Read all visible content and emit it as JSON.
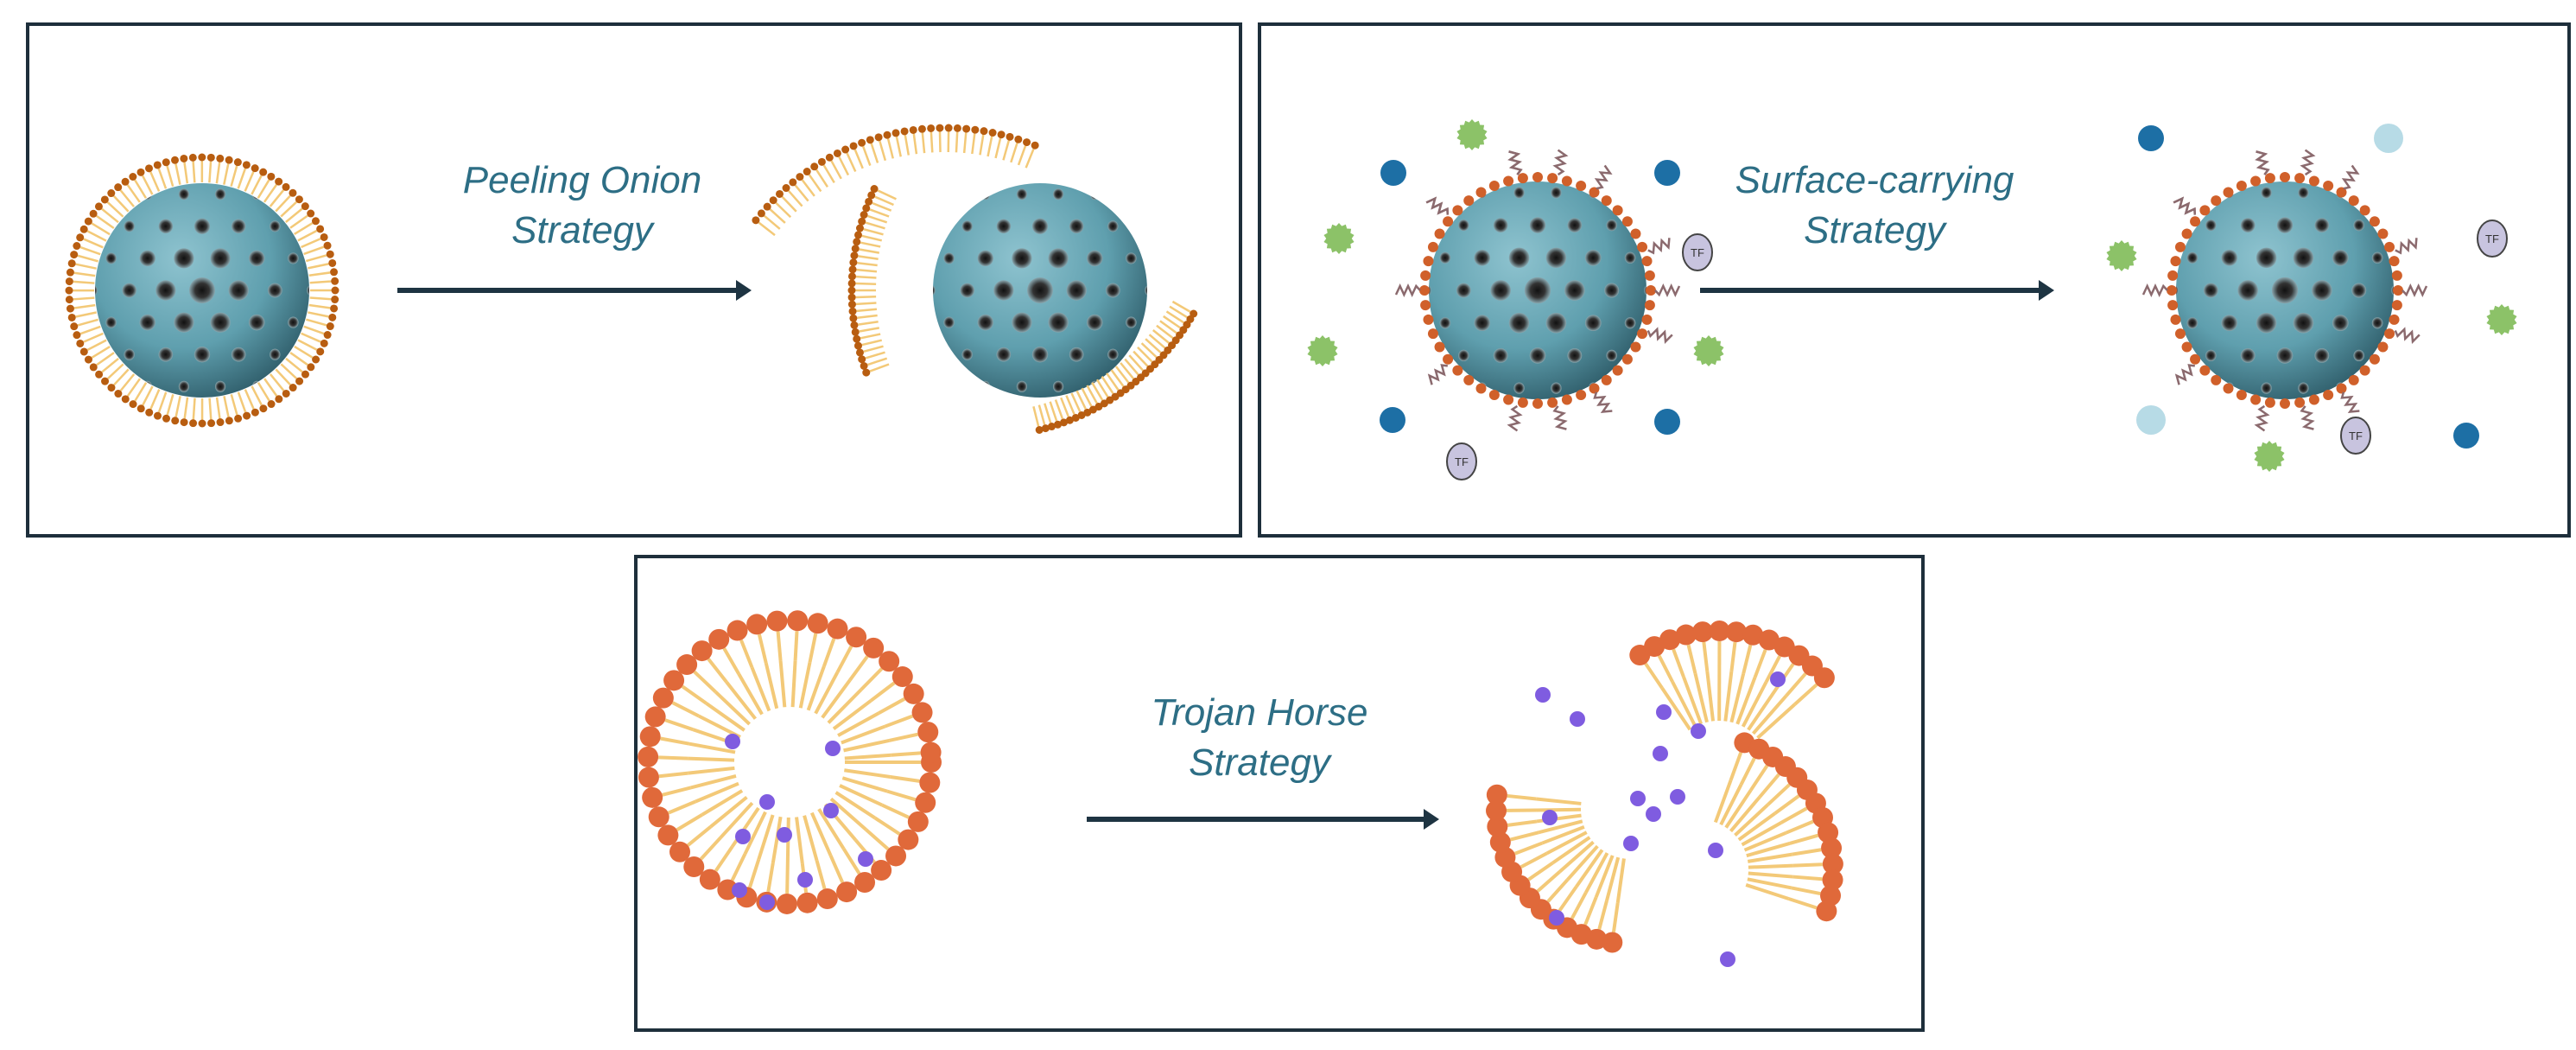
{
  "panels": {
    "peeling": {
      "title_line1": "Peeling Onion",
      "title_line2": "Strategy"
    },
    "surface": {
      "title_line1": "Surface-carrying",
      "title_line2": "Strategy",
      "ligand_tag": "TF"
    },
    "trojan": {
      "title_line1": "Trojan Horse",
      "title_line2": "Strategy"
    }
  },
  "colors": {
    "border": "#1e2f3b",
    "label": "#2d6e85",
    "arrow": "#1e3442",
    "core_teal": "#5f9fae",
    "core_dot": "#222222",
    "lipid_head_dark": "#b85d10",
    "lipid_head_orange": "#e0693a",
    "lipid_tail": "#f3c978",
    "ligand_blue": "#1d6fa5",
    "ligand_green": "#8cc268",
    "ligand_lightblue": "#b7dbe6",
    "ligand_lavender": "#c8c4df",
    "payload": "#7f5ce0"
  }
}
